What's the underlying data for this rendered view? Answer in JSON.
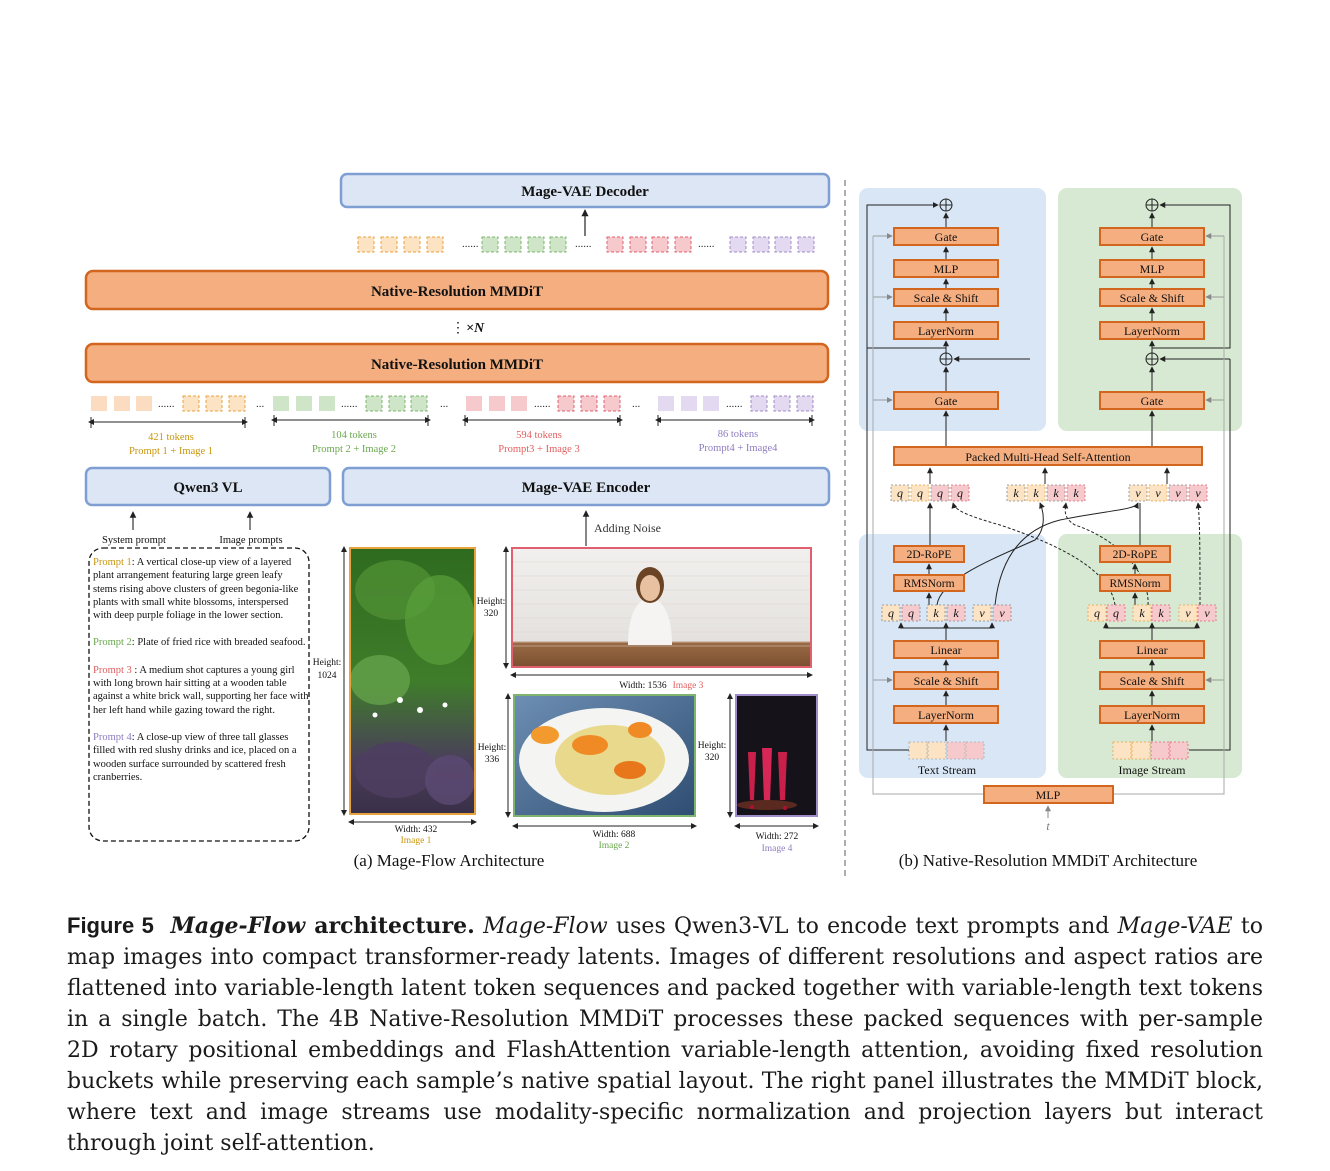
{
  "left_panel": {
    "decoder": "Mage-VAE Decoder",
    "mmdit_top": "Native-Resolution MMDiT",
    "mmdit_bottom": "Native-Resolution MMDiT",
    "repeat": "×N",
    "dots": "......",
    "token_groups": [
      {
        "count": "421 tokens",
        "label": "Prompt 1 + Image 1",
        "color": "#c8960c"
      },
      {
        "count": "104 tokens",
        "label": "Prompt 2 + Image 2",
        "color": "#6aa84f"
      },
      {
        "count": "594 tokens",
        "label": "Prompt3 + Image 3",
        "color": "#e06060"
      },
      {
        "count": "86 tokens",
        "label": "Prompt4 + Image4",
        "color": "#8e7cc3"
      }
    ],
    "qwen": "Qwen3 VL",
    "encoder": "Mage-VAE Encoder",
    "system_prompt": "System prompt",
    "image_prompts": "Image prompts",
    "adding_noise": "Adding Noise",
    "prompts": [
      {
        "label": "Prompt 1",
        "text": ": A vertical close-up view of a layered plant arrangement featuring large green leafy stems rising above clusters of green begonia-like plants with small white blossoms, interspersed with deep purple foliage in the lower section."
      },
      {
        "label": "Prompt 2",
        "text": ": Plate of fried rice with breaded seafood."
      },
      {
        "label": "Prompt 3",
        "text": " : A medium shot captures a young girl with long brown hair sitting at a wooden table against a white brick wall, supporting her face with her left hand while gazing toward the right."
      },
      {
        "label": "Prompt 4",
        "text": ": A close-up view of three tall glasses filled with red slushy drinks and ice, placed on a wooden surface surrounded by scattered fresh cranberries."
      }
    ],
    "images": {
      "img1": {
        "height_label": "Height:",
        "height": "1024",
        "width": "Width: 432",
        "name": "Image 1"
      },
      "img3": {
        "height_label": "Height:",
        "height": "320",
        "width": "Width: 1536",
        "name": "Image 3"
      },
      "img2": {
        "height_label": "Height:",
        "height": "336",
        "width": "Width: 688",
        "name": "Image 2"
      },
      "img4": {
        "height_label": "Height:",
        "height": "320",
        "width": "Width: 272",
        "name": "Image 4"
      }
    },
    "subcaption": "(a) Mage-Flow Architecture"
  },
  "right_panel": {
    "gate": "Gate",
    "mlp": "MLP",
    "scale_shift": "Scale & Shift",
    "layernorm": "LayerNorm",
    "attention": "Packed Multi-Head Self-Attention",
    "rope": "2D-RoPE",
    "rmsnorm": "RMSNorm",
    "linear": "Linear",
    "q": "q",
    "k": "k",
    "v": "v",
    "text_stream": "Text Stream",
    "image_stream": "Image Stream",
    "mlp_bottom": "MLP",
    "t": "t",
    "subcaption": "(b) Native-Resolution MMDiT Architecture"
  },
  "caption": {
    "label": "Figure 5",
    "title_em": "Mage-Flow",
    "title_rest": " architecture.",
    "t1": "Mage-Flow",
    "t2": " uses Qwen3-VL to encode text prompts and ",
    "t3": "Mage-VAE",
    "t4": " to map images into compact transformer-ready latents. Images of different resolutions and aspect ratios are flattened into variable-length latent token sequences and packed together with variable-length text tokens in a single batch. The 4B Native-Resolution MMDiT processes these packed sequences with per-sample 2D rotary positional embeddings and FlashAttention variable-length attention, avoiding fixed resolution buckets while preserving each sample’s native spatial layout. The right panel illustrates the MMDiT block, where text and image streams use modality-specific normalization and projection layers but interact through joint self-attention."
  }
}
